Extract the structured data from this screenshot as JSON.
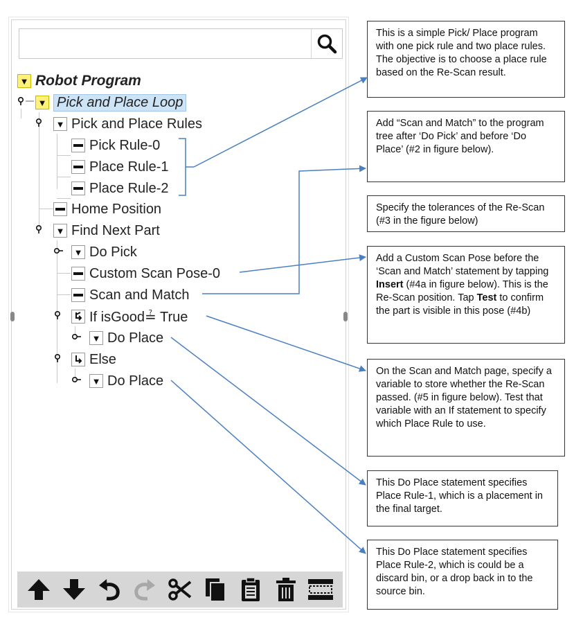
{
  "search": {
    "placeholder": "",
    "value": ""
  },
  "tree": {
    "nodes": [
      {
        "label": "Robot Program"
      },
      {
        "label": "Pick and Place Loop"
      },
      {
        "label": "Pick and Place Rules"
      },
      {
        "label": "Pick Rule-0"
      },
      {
        "label": "Place Rule-1"
      },
      {
        "label": "Place Rule-2"
      },
      {
        "label": "Home Position"
      },
      {
        "label": "Find Next Part"
      },
      {
        "label": "Do Pick"
      },
      {
        "label": "Custom Scan Pose-0"
      },
      {
        "label": "Scan and Match"
      },
      {
        "label": "If isGood≟ True"
      },
      {
        "label": "Do Place"
      },
      {
        "label": "Else"
      },
      {
        "label": "Do Place"
      }
    ]
  },
  "toolbar": {
    "tools": [
      {
        "icon": "move-up-icon"
      },
      {
        "icon": "move-down-icon"
      },
      {
        "icon": "undo-icon"
      },
      {
        "icon": "redo-icon"
      },
      {
        "icon": "cut-icon"
      },
      {
        "icon": "copy-icon"
      },
      {
        "icon": "paste-icon"
      },
      {
        "icon": "delete-icon"
      },
      {
        "icon": "suppress-icon"
      }
    ]
  },
  "notes": {
    "n1": "This is a simple Pick/ Place program with one pick rule and two place rules. The objective is to choose a place rule based on the Re-Scan result.",
    "n2": "Add “Scan and Match” to the program tree after ‘Do Pick’ and before ‘Do Place’ (#2 in figure below).",
    "n3": "Specify the tolerances of the Re-Scan (#3 in the figure below)",
    "n4a": "Add a Custom Scan Pose before the ‘Scan and Match’ statement by tapping ",
    "n4b": "Insert",
    "n4c": " (#4a in figure below).  This is the Re-Scan position.  Tap ",
    "n4d": "Test",
    "n4e": " to confirm the part is visible in this pose (#4b)",
    "n5": "On the Scan and Match page, specify a variable to store whether the Re-Scan passed. (#5 in figure below). Test that variable with an If statement to specify which Place Rule to use.",
    "n6": "This Do Place statement specifies Place Rule-1, which is a placement in the final target.",
    "n7": "This Do Place statement specifies Place Rule-2, which is could be a discard bin, or a drop back in to the source bin."
  },
  "colors": {
    "arrow": "#4a7fc1",
    "selected": "#cde3f6",
    "folder": "#fff17a"
  }
}
